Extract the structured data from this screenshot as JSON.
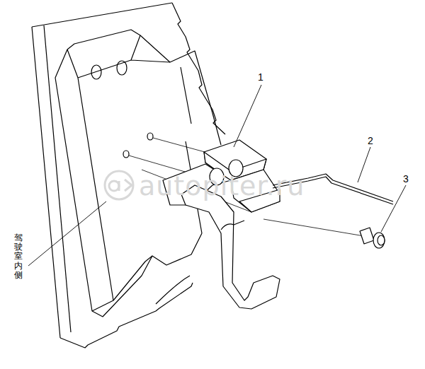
{
  "diagram": {
    "labels": [
      "1",
      "2",
      "3",
      "驾驶室内侧",
      "autopiter.ru"
    ]
  }
}
